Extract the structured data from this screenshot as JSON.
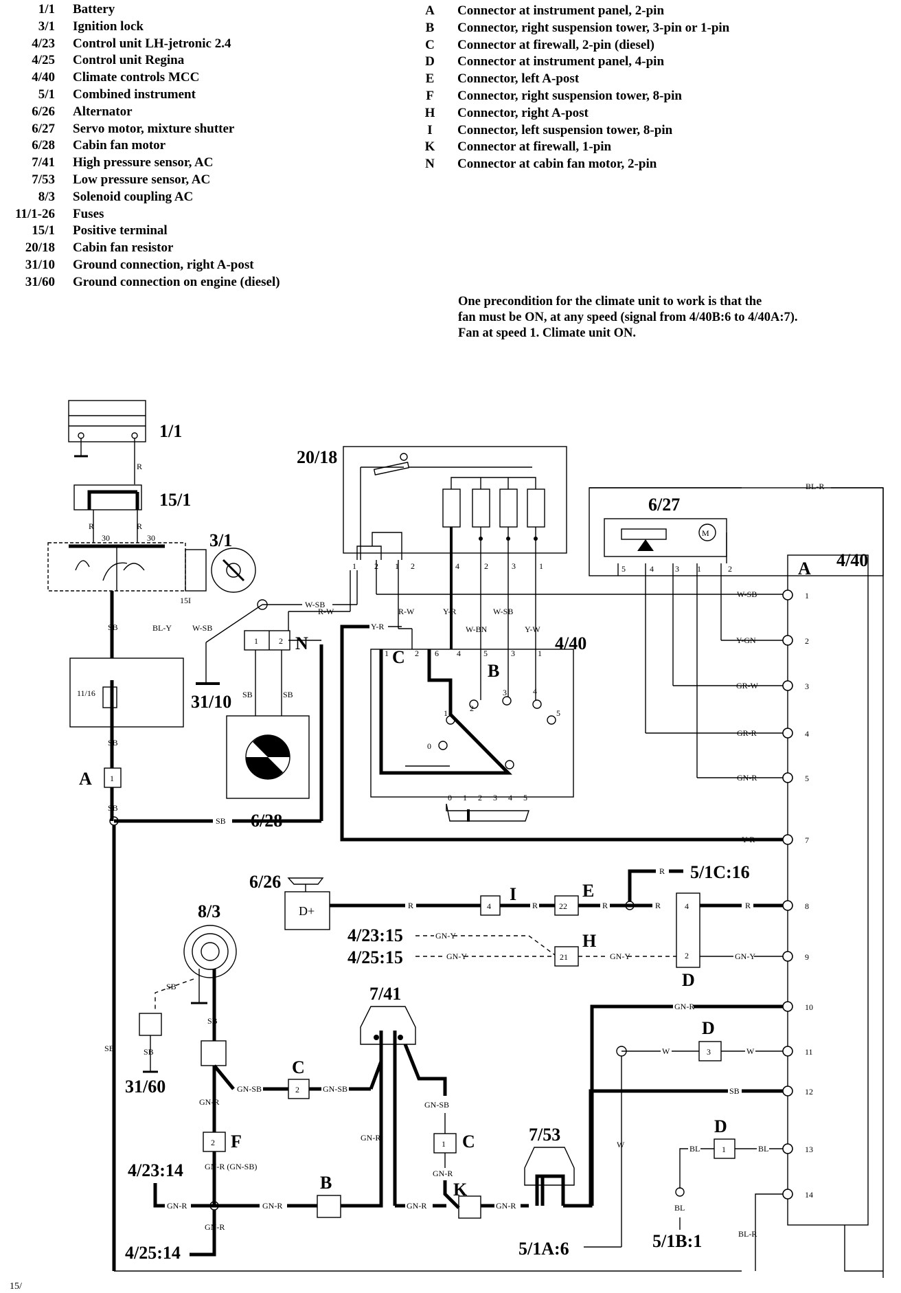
{
  "legend_left": [
    {
      "code": "1/1",
      "desc": "Battery"
    },
    {
      "code": "3/1",
      "desc": "Ignition lock"
    },
    {
      "code": "4/23",
      "desc": "Control unit LH-jetronic 2.4"
    },
    {
      "code": "4/25",
      "desc": "Control unit Regina"
    },
    {
      "code": "4/40",
      "desc": "Climate controls MCC"
    },
    {
      "code": "5/1",
      "desc": "Combined instrument"
    },
    {
      "code": "6/26",
      "desc": "Alternator"
    },
    {
      "code": "6/27",
      "desc": "Servo motor, mixture shutter"
    },
    {
      "code": "6/28",
      "desc": "Cabin fan motor"
    },
    {
      "code": "7/41",
      "desc": "High pressure sensor, AC"
    },
    {
      "code": "7/53",
      "desc": "Low pressure sensor, AC"
    },
    {
      "code": "8/3",
      "desc": "Solenoid coupling AC"
    },
    {
      "code": "11/1-26",
      "desc": "Fuses"
    },
    {
      "code": "15/1",
      "desc": "Positive terminal"
    },
    {
      "code": "20/18",
      "desc": "Cabin fan resistor"
    },
    {
      "code": "31/10",
      "desc": "Ground connection, right A-post"
    },
    {
      "code": "31/60",
      "desc": "Ground connection on engine (diesel)"
    }
  ],
  "legend_right": [
    {
      "code": "A",
      "desc": "Connector at instrument panel, 2-pin"
    },
    {
      "code": "B",
      "desc": "Connector, right suspension tower, 3-pin or 1-pin"
    },
    {
      "code": "C",
      "desc": "Connector at firewall, 2-pin (diesel)"
    },
    {
      "code": "D",
      "desc": "Connector at instrument panel, 4-pin"
    },
    {
      "code": "E",
      "desc": "Connector, left A-post"
    },
    {
      "code": "F",
      "desc": "Connector, right suspension tower, 8-pin"
    },
    {
      "code": "H",
      "desc": "Connector, right A-post"
    },
    {
      "code": "I",
      "desc": "Connector, left suspension tower, 8-pin"
    },
    {
      "code": "K",
      "desc": "Connector at firewall, 1-pin"
    },
    {
      "code": "N",
      "desc": "Connector at cabin fan motor, 2-pin"
    }
  ],
  "note": [
    "One precondition for the climate unit to work is that the",
    "fan must be ON, at any speed (signal from 4/40B:6 to 4/40A:7).",
    "Fan at speed 1. Climate unit ON."
  ],
  "labels": {
    "battery": "1/1",
    "positive": "15/1",
    "ignition": "3/1",
    "ground_apost": "31/10",
    "resistor": "20/18",
    "servo": "6/27",
    "mcc": "4/40",
    "mcc_inner": "4/40",
    "fan_motor": "6/28",
    "alternator": "6/26",
    "alt_term": "D+",
    "solenoid": "8/3",
    "hp_sensor": "7/41",
    "lp_sensor": "7/53",
    "ground_engine": "31/60",
    "conn_A": "A",
    "conn_N": "N",
    "conn_B": "B",
    "conn_C": "C",
    "conn_I": "I",
    "conn_E": "E",
    "conn_H": "H",
    "conn_D": "D",
    "conn_F": "F",
    "conn_K": "K",
    "ref_51c16": "5/1C:16",
    "ref_423_15": "4/23:15",
    "ref_425_15": "4/25:15",
    "ref_423_14": "4/23:14",
    "ref_425_14": "4/25:14",
    "ref_51a6": "5/1A:6",
    "ref_51b1": "5/1B:1",
    "fuse": "11/16",
    "footer": "15/"
  },
  "wire_colors": {
    "R": "R",
    "SB": "SB",
    "WSB": "W-SB",
    "RW": "R-W",
    "YR": "Y-R",
    "BLY": "BL-Y",
    "WBN": "W-BN",
    "YW": "Y-W",
    "BLR": "BL-R",
    "YGN": "Y-GN",
    "GRW": "GR-W",
    "GRR": "GR-R",
    "GNR": "GN-R",
    "GNY": "GN-Y",
    "GNSB": "GN-SB",
    "GNRGNSB": "GN-R (GN-SB)",
    "W": "W",
    "BL": "BL"
  },
  "mcc_pins": [
    "1",
    "2",
    "3",
    "4",
    "5",
    "7",
    "8",
    "9",
    "10",
    "11",
    "12",
    "13",
    "14"
  ],
  "speed_scale": [
    "0",
    "1",
    "2",
    "3",
    "4",
    "5"
  ],
  "switch_pos": [
    "0",
    "1",
    "2",
    "3",
    "4",
    "5"
  ]
}
